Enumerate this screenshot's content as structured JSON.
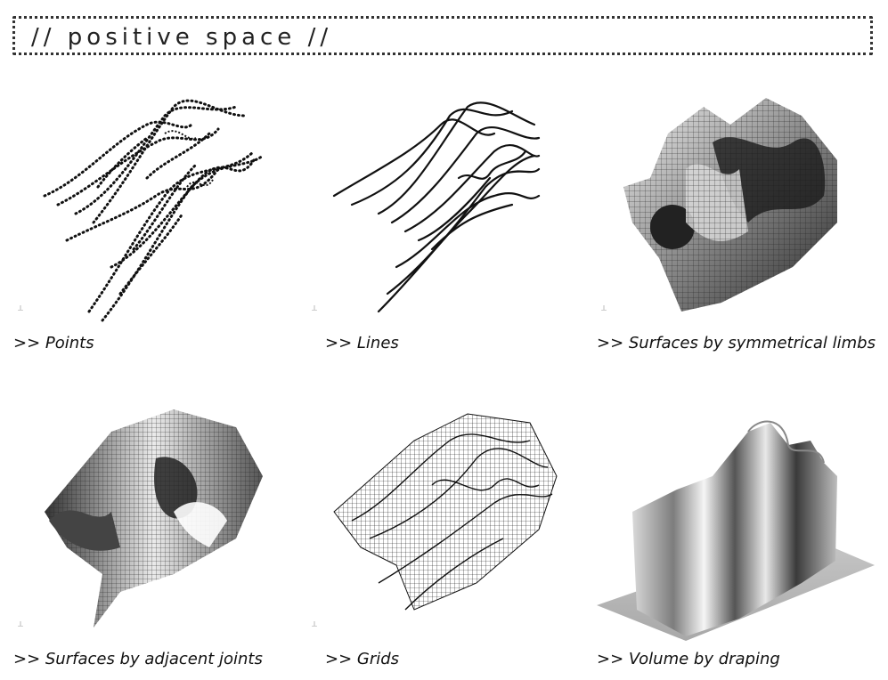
{
  "header": {
    "title": "// positive space //"
  },
  "panels": [
    {
      "caption": ">> Points"
    },
    {
      "caption": ">> Lines"
    },
    {
      "caption": ">> Surfaces by symmetrical limbs"
    },
    {
      "caption": ">> Surfaces by adjacent joints"
    },
    {
      "caption": ">> Grids"
    },
    {
      "caption": ">> Volume by draping"
    }
  ],
  "icons": {
    "axis": "axis-triad-icon"
  }
}
